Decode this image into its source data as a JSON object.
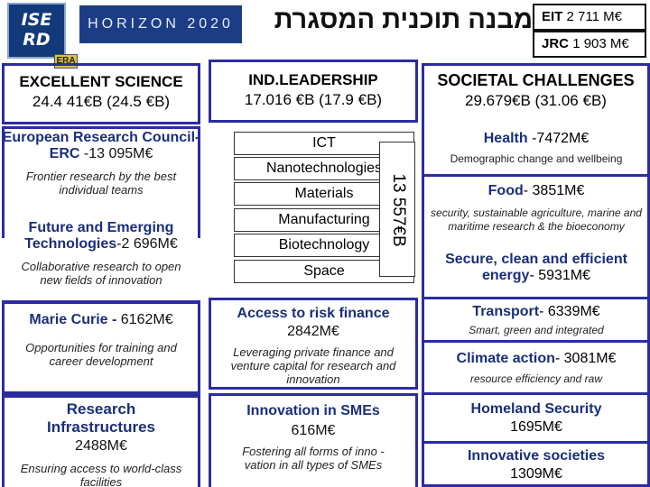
{
  "header": {
    "logo_line1": "ISE",
    "logo_line2": "RD",
    "era_badge": "ERA",
    "banner_text": "HORIZON 2020",
    "title": "מבנה תוכנית המסגרת",
    "eit": {
      "label": "EIT",
      "amount": "2 711 M€"
    },
    "jrc": {
      "label": "JRC",
      "amount": "1 903 M€"
    }
  },
  "left": {
    "title": "EXCELLENT SCIENCE",
    "budget": "24.4 41€B  (24.5 €B)",
    "items": [
      {
        "title_bold": "European Research Council-ERC",
        "amount": " -13 095M€",
        "desc": "Frontier research by the best individual teams"
      },
      {
        "title_bold": "Future and Emerging Technologies",
        "amount": "-2 696M€",
        "desc": "Collaborative research to open new fields of innovation"
      },
      {
        "title_bold": "Marie Curie -",
        "amount": "  6162M€",
        "desc": "Opportunities for training and career development"
      },
      {
        "title_bold": "Research Infrastructures",
        "amount": "2488M€",
        "desc": "Ensuring access to world-class facilities"
      }
    ]
  },
  "mid": {
    "title": "IND.LEADERSHIP",
    "budget": "17.016 €B  (17.9 €B)",
    "list": [
      "ICT",
      "Nanotechnologies",
      "Materials",
      "Manufacturing",
      "Biotechnology",
      "Space"
    ],
    "vertical_total": "13 557€B",
    "items": [
      {
        "title": "Access to risk finance",
        "amount": "2842M€",
        "desc": "Leveraging private finance and venture capital for research and innovation"
      },
      {
        "title": "Innovation in SMEs",
        "amount": "616M€",
        "desc": "Fostering all forms of inno - vation in all types of SMEs"
      }
    ]
  },
  "right": {
    "title": "SOCIETAL CHALLENGES",
    "budget": "29.679€B  (31.06 €B)",
    "items": [
      {
        "title": "Health",
        "amount": " -7472M€",
        "desc": "Demographic change and wellbeing"
      },
      {
        "title": "Food",
        "amount": "- 3851M€",
        "desc": "security, sustainable agriculture, marine and maritime research & the bioeconomy"
      },
      {
        "title": "Secure, clean and efficient energy",
        "amount": "- 5931M€",
        "desc": ""
      },
      {
        "title": "Transport",
        "amount": "- 6339M€",
        "desc": "Smart, green and  integrated"
      },
      {
        "title": "Climate action",
        "amount": "- 3081M€",
        "desc": "resource efficiency and  raw"
      },
      {
        "title": "Homeland Security",
        "amount": "1695M€",
        "desc": ""
      },
      {
        "title": "Innovative societies",
        "amount": "1309M€",
        "desc": ""
      }
    ]
  }
}
